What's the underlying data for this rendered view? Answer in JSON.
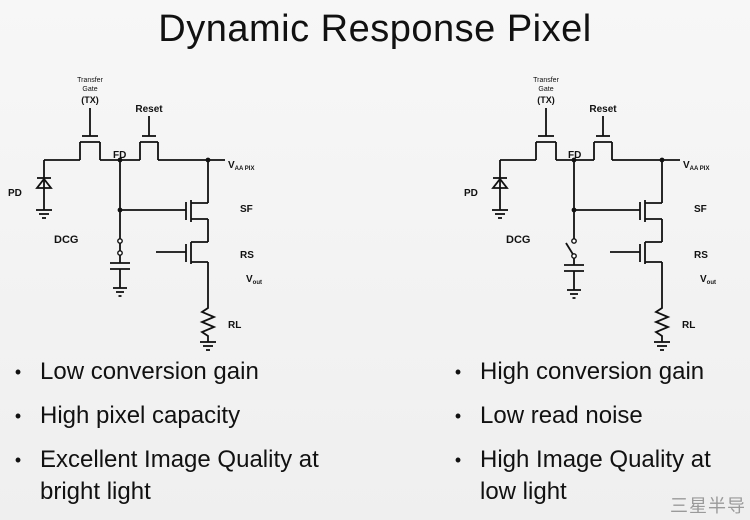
{
  "title": "Dynamic Response Pixel",
  "labels": {
    "transfer_gate": "Transfer",
    "gate": "Gate",
    "tx": "(TX)",
    "reset": "Reset",
    "fd": "FD",
    "pd": "PD",
    "dcg": "DCG",
    "vaa": "V",
    "vaa_sub": "AA PIX",
    "sf": "SF",
    "rs": "RS",
    "vout": "V",
    "vout_sub": "out",
    "rl": "RL"
  },
  "left": {
    "dcg_state": "closed",
    "bullets": [
      "Low conversion gain",
      "High pixel capacity",
      "Excellent Image Quality at bright light"
    ]
  },
  "right": {
    "dcg_state": "open",
    "bullets": [
      "High conversion gain",
      "Low read noise",
      "High Image Quality at low light"
    ]
  },
  "watermark": "三星半导"
}
